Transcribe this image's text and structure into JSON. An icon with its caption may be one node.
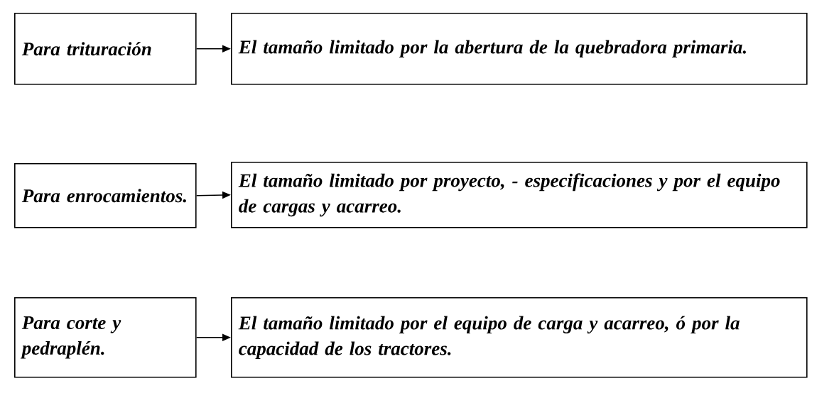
{
  "diagram": {
    "nodes": [
      {
        "text": [
          "Para trituración"
        ]
      },
      {
        "text": [
          "El tamaño limitado por la abertura de la quebradora primaria."
        ]
      },
      {
        "text": [
          "Para enrocamientos."
        ]
      },
      {
        "text": [
          "El tamaño limitado por proyecto, - especificaciones y por el equipo de cargas y acarreo."
        ]
      },
      {
        "text": [
          "Para corte y pedraplén."
        ]
      },
      {
        "text": [
          "El tamaño limitado por el equipo de carga y acarreo, ó por la capacidad de los tractores."
        ]
      }
    ],
    "edges": [
      {
        "from": 0,
        "to": 1,
        "arrow": "to"
      },
      {
        "from": 2,
        "to": 3,
        "arrow": "to"
      },
      {
        "from": 4,
        "to": 5,
        "arrow": "to"
      }
    ]
  }
}
